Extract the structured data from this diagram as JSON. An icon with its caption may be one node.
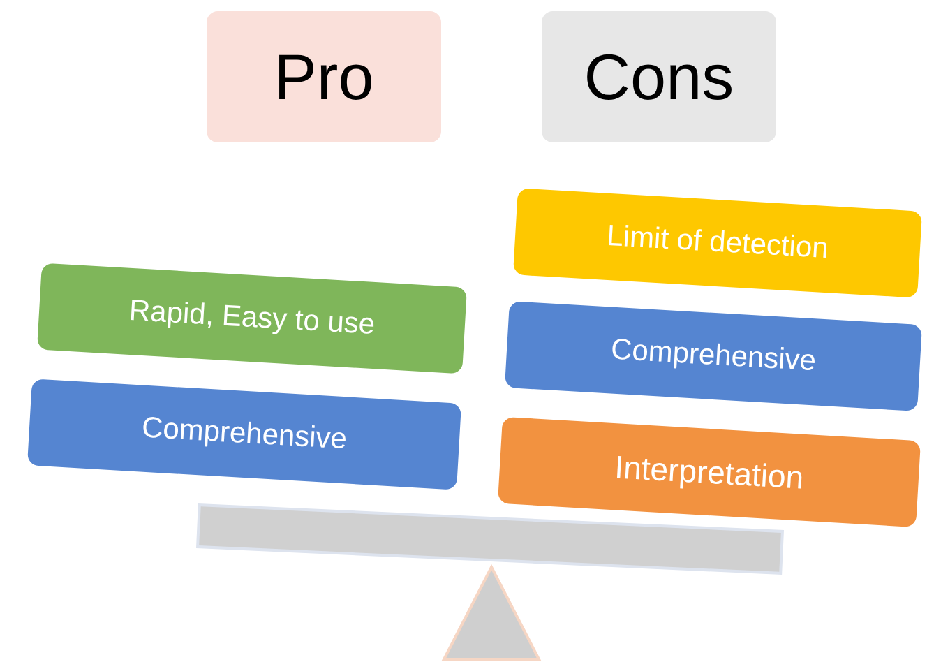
{
  "diagram": {
    "nodes": [
      {
        "text": [
          "Pro"
        ]
      },
      {
        "text": [
          "Cons"
        ]
      },
      {
        "text": [
          "Limit of detection"
        ]
      },
      {
        "text": [
          "Rapid, Easy to use"
        ]
      },
      {
        "text": [
          "Comprehensive"
        ]
      },
      {
        "text": [
          "Comprehensive"
        ]
      },
      {
        "text": [
          "Interpretation"
        ]
      }
    ]
  }
}
